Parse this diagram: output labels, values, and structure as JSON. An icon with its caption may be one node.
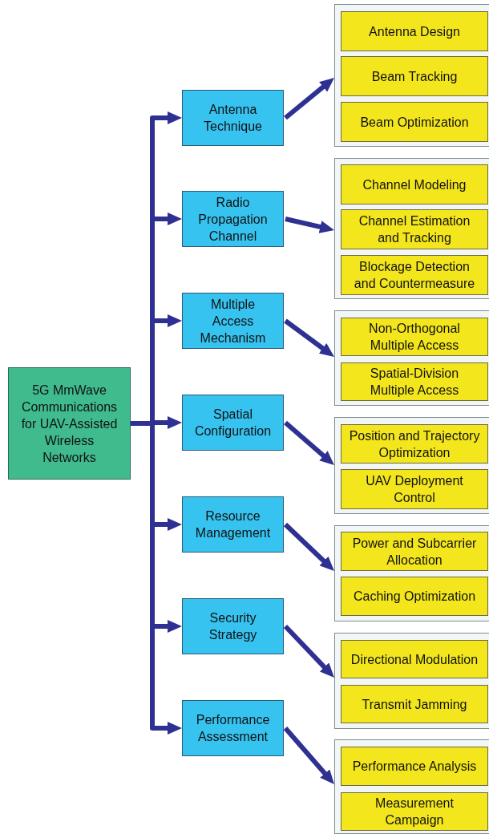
{
  "diagram": {
    "nodes": [
      {
        "text": [
          "5G MmWave Communications for UAV-Assisted Wireless Networks"
        ]
      },
      {
        "text": [
          "Antenna Technique"
        ]
      },
      {
        "text": [],
        "shape": "box"
      },
      {
        "text": [
          "Antenna Design"
        ],
        "in": 2
      },
      {
        "text": [
          "Beam Tracking"
        ],
        "in": 2
      },
      {
        "text": [
          "Beam Optimization"
        ],
        "in": 2
      },
      {
        "text": [
          "Radio Propagation Channel"
        ]
      },
      {
        "text": [],
        "shape": "box"
      },
      {
        "text": [
          "Channel Modeling"
        ],
        "in": 7
      },
      {
        "text": [
          "Channel Estimation and Tracking"
        ],
        "in": 7
      },
      {
        "text": [
          "Blockage Detection and Countermeasure"
        ],
        "in": 7
      },
      {
        "text": [
          "Multiple Access Mechanism"
        ]
      },
      {
        "text": [],
        "shape": "box"
      },
      {
        "text": [
          "Non-Orthogonal Multiple Access"
        ],
        "in": 12
      },
      {
        "text": [
          "Spatial-Division Multiple Access"
        ],
        "in": 12
      },
      {
        "text": [
          "Spatial Configuration"
        ]
      },
      {
        "text": [],
        "shape": "box"
      },
      {
        "text": [
          "Position and Trajectory Optimization"
        ],
        "in": 16
      },
      {
        "text": [
          "UAV Deployment Control"
        ],
        "in": 16
      },
      {
        "text": [
          "Resource Management"
        ]
      },
      {
        "text": [],
        "shape": "box"
      },
      {
        "text": [
          "Power and Subcarrier Allocation"
        ],
        "in": 20
      },
      {
        "text": [
          "Caching Optimization"
        ],
        "in": 20
      },
      {
        "text": [
          "Security Strategy"
        ]
      },
      {
        "text": [],
        "shape": "box"
      },
      {
        "text": [
          "Directional Modulation"
        ],
        "in": 24
      },
      {
        "text": [
          "Transmit Jamming"
        ],
        "in": 24
      },
      {
        "text": [
          "Performance Assessment"
        ]
      },
      {
        "text": [],
        "shape": "box"
      },
      {
        "text": [
          "Performance Analysis"
        ],
        "in": 28
      },
      {
        "text": [
          "Measurement Campaign"
        ],
        "in": 28
      }
    ],
    "edges": [
      {
        "from": 0,
        "to": 1,
        "arrow": "to"
      },
      {
        "from": 0,
        "to": 6,
        "arrow": "to"
      },
      {
        "from": 0,
        "to": 11,
        "arrow": "to"
      },
      {
        "from": 0,
        "to": 15,
        "arrow": "to"
      },
      {
        "from": 0,
        "to": 19,
        "arrow": "to"
      },
      {
        "from": 0,
        "to": 23,
        "arrow": "to"
      },
      {
        "from": 0,
        "to": 27,
        "arrow": "to"
      },
      {
        "from": 1,
        "to": 2,
        "arrow": "to"
      },
      {
        "from": 6,
        "to": 7,
        "arrow": "to"
      },
      {
        "from": 11,
        "to": 12,
        "arrow": "to"
      },
      {
        "from": 15,
        "to": 16,
        "arrow": "to"
      },
      {
        "from": 19,
        "to": 20,
        "arrow": "to"
      },
      {
        "from": 23,
        "to": 24,
        "arrow": "to"
      },
      {
        "from": 27,
        "to": 28,
        "arrow": "to"
      }
    ]
  }
}
